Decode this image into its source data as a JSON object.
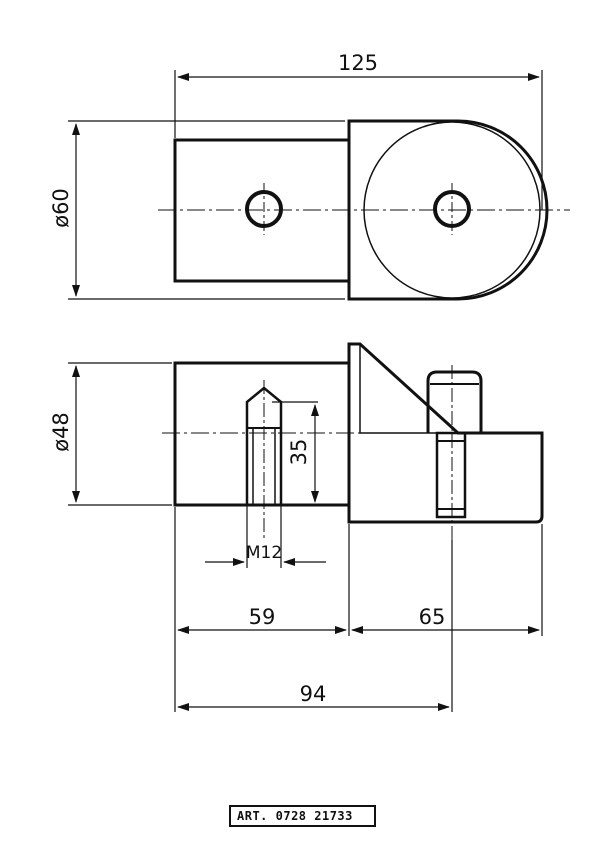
{
  "dimensions": {
    "top_width": "125",
    "top_diameter": "ø60",
    "bottom_diameter": "ø48",
    "thread_depth": "35",
    "thread": "M12",
    "left_length": "59",
    "right_length": "65",
    "total_length": "94"
  },
  "article_label": "ART. 0728 21733",
  "colors": {
    "line": "#111111",
    "background": "#ffffff"
  }
}
